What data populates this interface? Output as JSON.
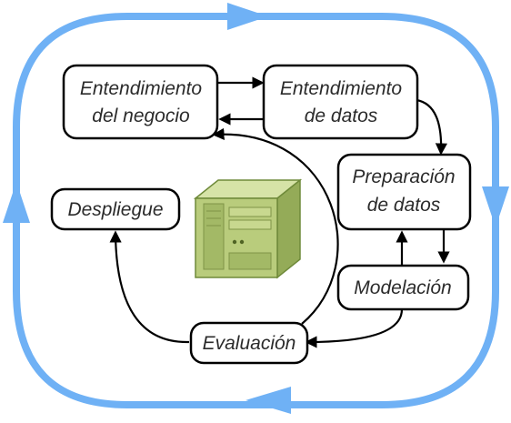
{
  "nodes": {
    "business_understanding": {
      "line1": "Entendimiento",
      "line2": "del negocio"
    },
    "data_understanding": {
      "line1": "Entendimiento",
      "line2": "de datos"
    },
    "data_preparation": {
      "line1": "Preparación",
      "line2": "de datos"
    },
    "modeling": {
      "label": "Modelación"
    },
    "evaluation": {
      "label": "Evaluación"
    },
    "deployment": {
      "label": "Despliegue"
    }
  },
  "center_icon": "server-icon",
  "colors": {
    "outer_cycle": "#6fb1f5",
    "node_stroke": "#000000",
    "server_body": "#b9cc7c",
    "server_dark": "#7f9447"
  }
}
